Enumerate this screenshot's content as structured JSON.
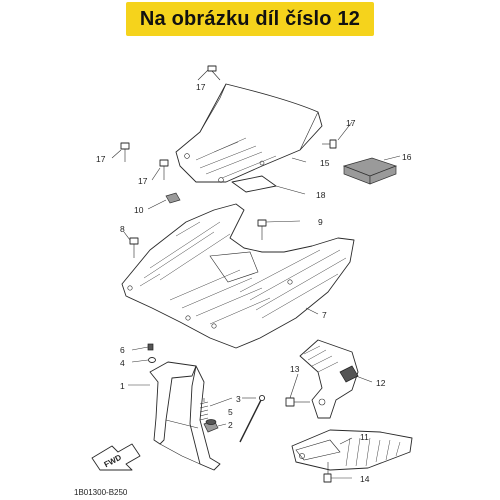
{
  "banner": {
    "text": "Na obrázku díl číslo 12",
    "color": "#f5d31c"
  },
  "fwd_label": "FWD",
  "reference_code": "1B01300-B250",
  "callouts": {
    "c1": "1",
    "c2": "2",
    "c3": "3",
    "c4": "4",
    "c5": "5",
    "c6": "6",
    "c7": "7",
    "c8": "8",
    "c9": "9",
    "c10": "10",
    "c11": "11",
    "c12": "12",
    "c13": "13",
    "c14": "14",
    "c15": "15",
    "c16": "16",
    "c17a": "17",
    "c17b": "17",
    "c17c": "17",
    "c17d": "17",
    "c18": "18"
  }
}
